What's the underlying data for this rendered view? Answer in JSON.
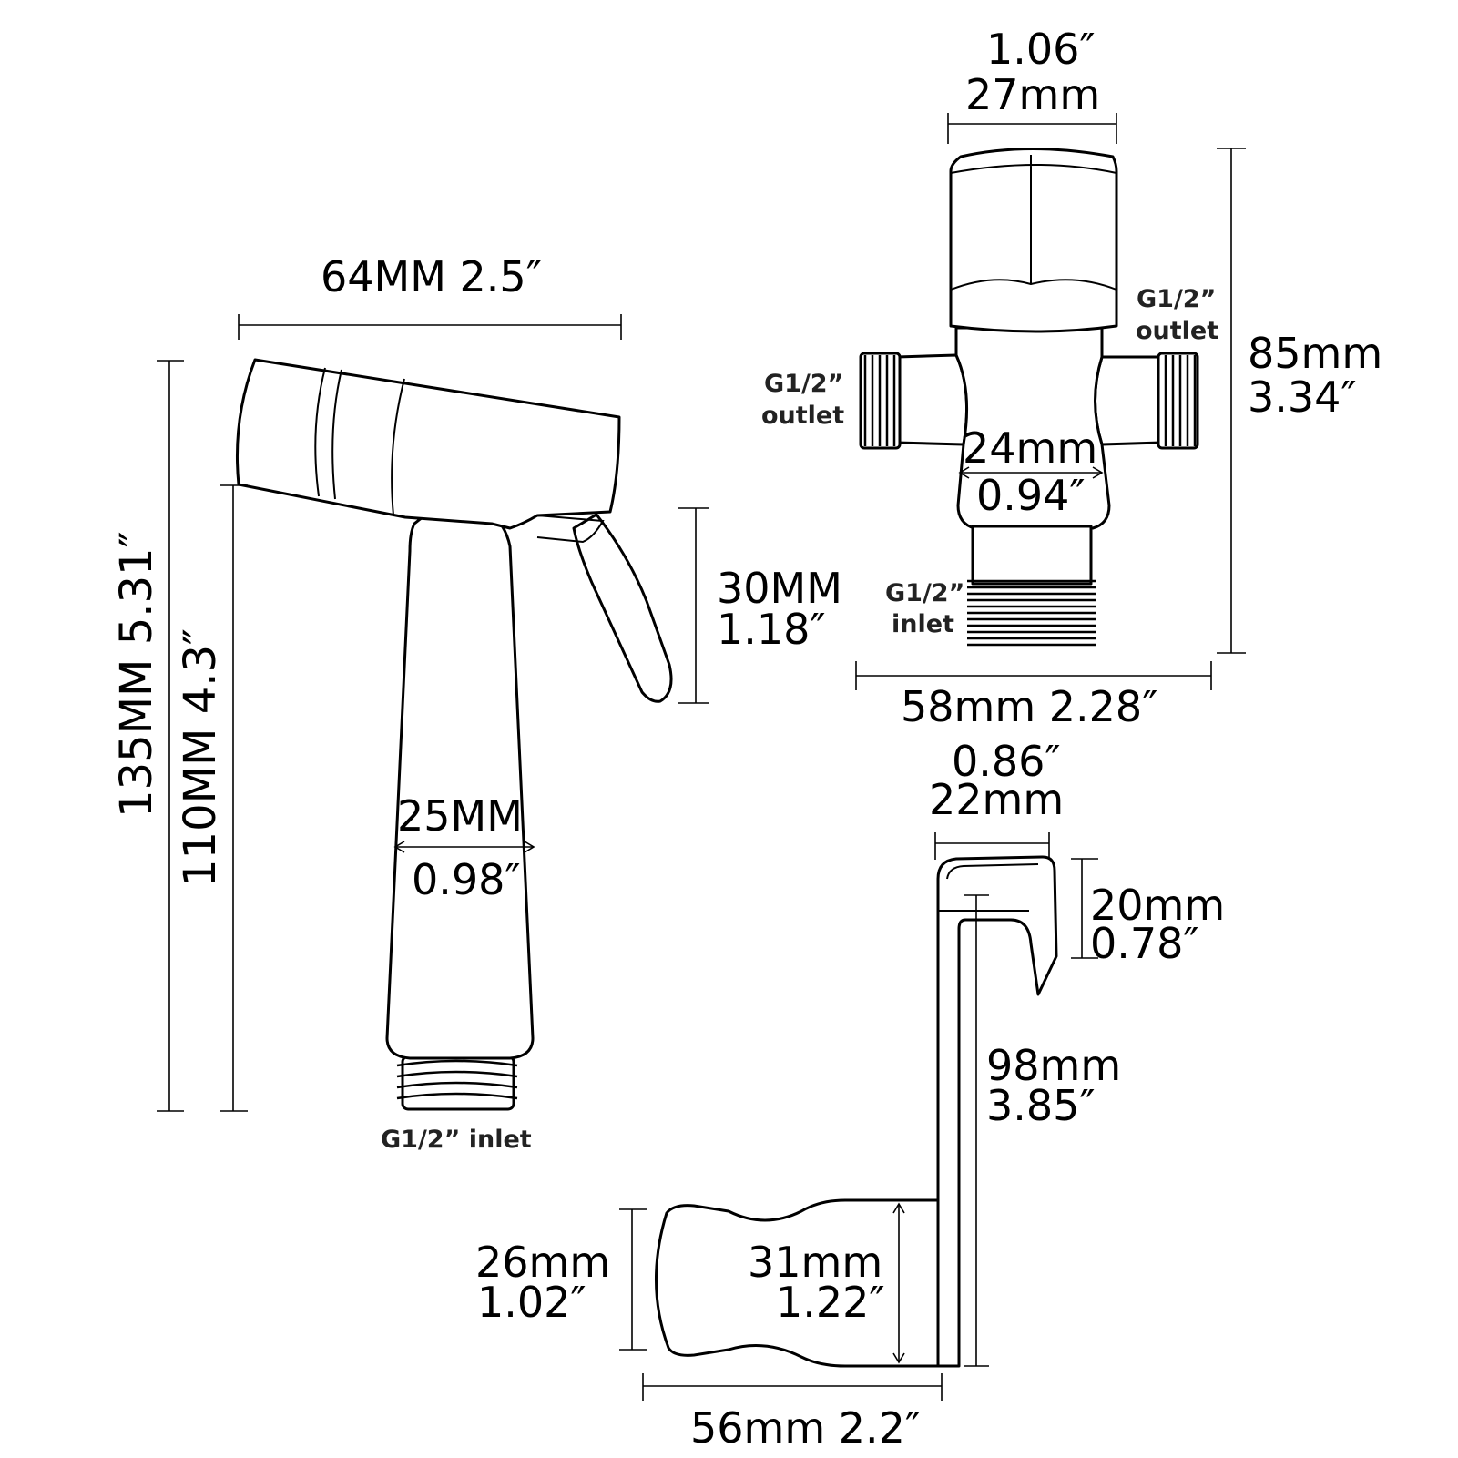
{
  "sprayer": {
    "width": "64MM 2.5″",
    "total_height": "135MM 5.31″",
    "handle_height": "110MM 4.3″",
    "lever_mm": "30MM",
    "lever_in": "1.18″",
    "grip_mm": "25MM",
    "grip_in": "0.98″",
    "inlet": "G1/2” inlet"
  },
  "valve": {
    "top_in": "1.06″",
    "top_mm": "27mm",
    "height_mm": "85mm",
    "height_in": "3.34″",
    "right_outlet_size": "G1/2”",
    "right_outlet_word": "outlet",
    "left_outlet_size": "G1/2”",
    "left_outlet_word": "outlet",
    "body_mm": "24mm",
    "body_in": "0.94″",
    "inlet_size": "G1/2”",
    "inlet_word": "inlet",
    "width": "58mm 2.28″"
  },
  "holder": {
    "top_in": "0.86″",
    "top_mm": "22mm",
    "hook_mm": "20mm",
    "hook_in": "0.78″",
    "height_mm": "98mm",
    "height_in": "3.85″",
    "left_mm": "26mm",
    "left_in": "1.02″",
    "mid_mm": "31mm",
    "mid_in": "1.22″",
    "base_width": "56mm 2.2″"
  }
}
